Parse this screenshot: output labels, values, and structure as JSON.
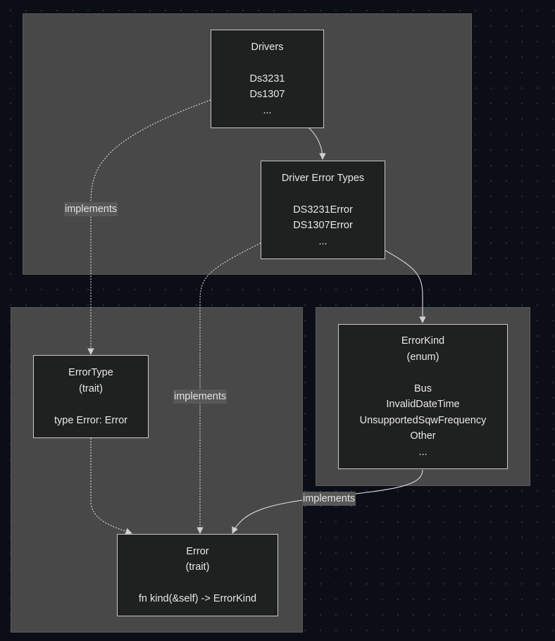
{
  "nodes": {
    "drivers": {
      "title": "Drivers",
      "items": [
        "Ds3231",
        "Ds1307",
        "..."
      ]
    },
    "driver_error_types": {
      "title": "Driver Error Types",
      "items": [
        "DS3231Error",
        "DS1307Error",
        "..."
      ]
    },
    "error_type": {
      "title": "ErrorType",
      "subtitle": "(trait)",
      "items": [
        "type Error: Error"
      ]
    },
    "error_kind": {
      "title": "ErrorKind",
      "subtitle": "(enum)",
      "items": [
        "Bus",
        "InvalidDateTime",
        "UnsupportedSqwFrequency",
        "Other",
        "..."
      ]
    },
    "error": {
      "title": "Error",
      "subtitle": "(trait)",
      "items": [
        "fn kind(&self) -> ErrorKind"
      ]
    }
  },
  "edge_labels": {
    "drivers_to_errortype": "implements",
    "drivererrors_to_error": "implements",
    "errorkind_to_error": "implements"
  },
  "colors": {
    "background": "#0b0d17",
    "cluster_fill": "#484848",
    "node_fill": "#1f2020",
    "node_border": "#c9c9c9",
    "edge": "#d0d0d0",
    "text": "#e8e8e8",
    "label_bg": "#585858"
  }
}
